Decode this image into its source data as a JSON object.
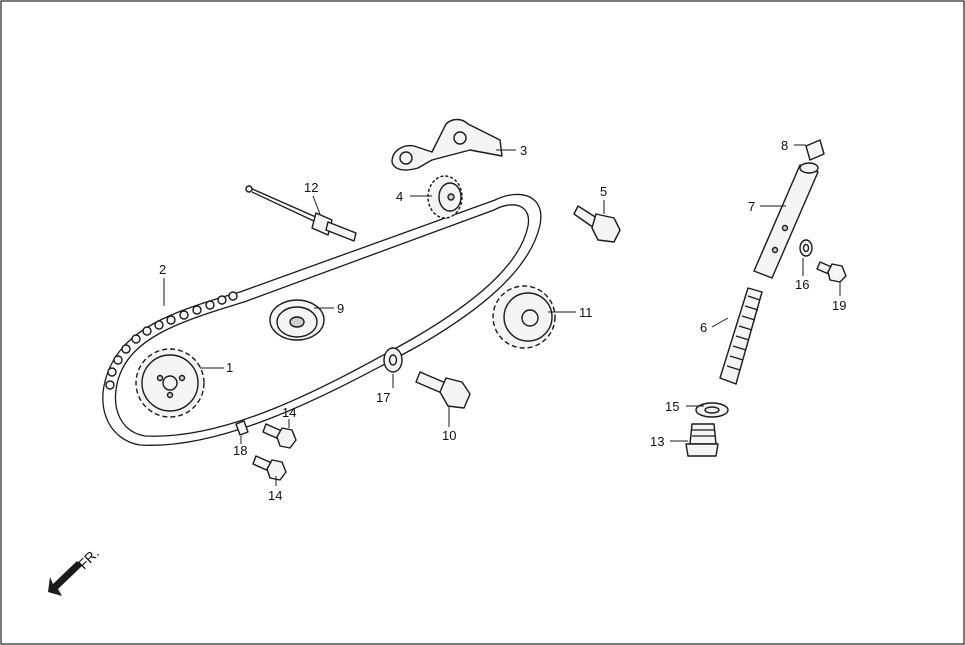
{
  "direction": {
    "label": "FR."
  },
  "callouts": {
    "c1": "1",
    "c2": "2",
    "c3": "3",
    "c4": "4",
    "c5": "5",
    "c6": "6",
    "c7": "7",
    "c8": "8",
    "c9": "9",
    "c10": "10",
    "c11": "11",
    "c12": "12",
    "c13": "13",
    "c14a": "14",
    "c14b": "14",
    "c15": "15",
    "c16": "16",
    "c17": "17",
    "c18": "18",
    "c19": "19"
  },
  "colors": {
    "line": "#1a1a1a",
    "fill": "#f4f4f4",
    "background": "#ffffff"
  }
}
